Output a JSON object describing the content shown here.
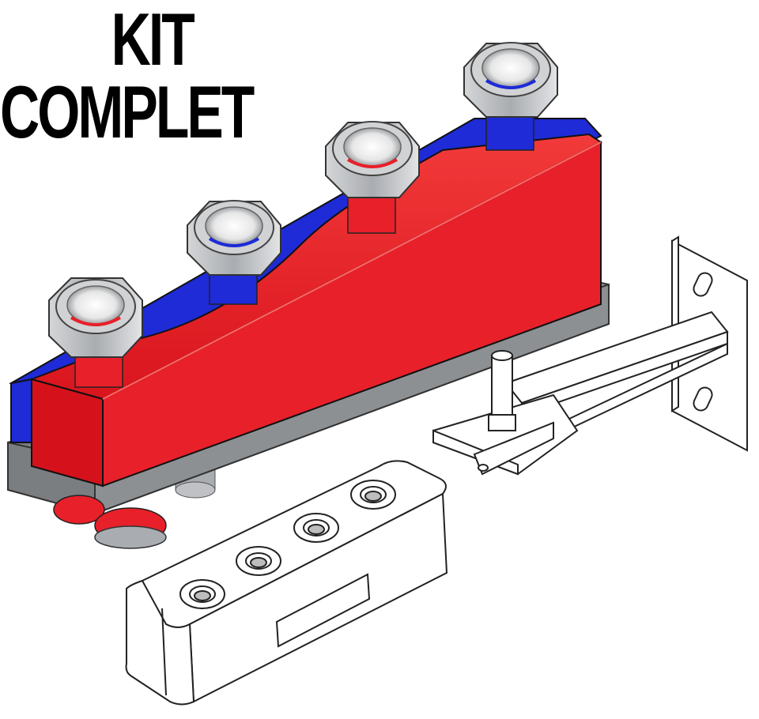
{
  "title": {
    "line1": "KIT",
    "line2": "COMPLET"
  },
  "colors": {
    "hot": "#e8202a",
    "cold": "#1e2bd6",
    "steel": "#8a8d90",
    "nut": "#b9bcc0",
    "outline": "#2a2a2a"
  },
  "parts": [
    {
      "name": "hydraulic-manifold",
      "type": "icon"
    },
    {
      "name": "wall-bracket",
      "type": "icon"
    },
    {
      "name": "insulation-shell",
      "type": "icon"
    }
  ]
}
